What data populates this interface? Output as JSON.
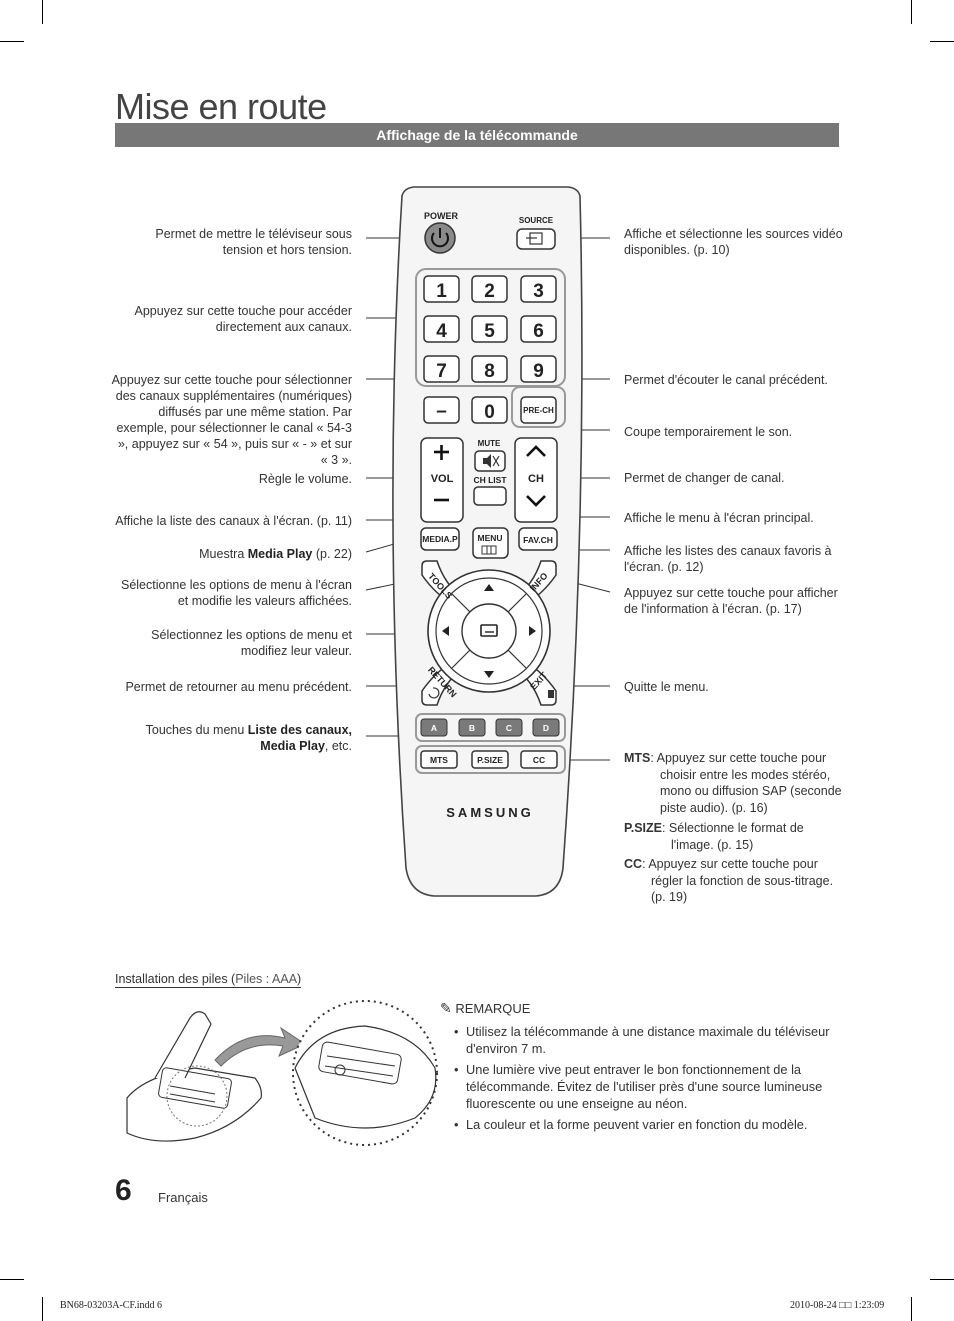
{
  "page": {
    "title": "Mise en route",
    "section_bar": "Affichage de la télécommande",
    "page_number": "6",
    "language": "Français"
  },
  "remote": {
    "power": "POWER",
    "source": "SOURCE",
    "digits": [
      "1",
      "2",
      "3",
      "4",
      "5",
      "6",
      "7",
      "8",
      "9"
    ],
    "dash": "–",
    "zero": "0",
    "prech": "PRE-CH",
    "mute": "MUTE",
    "vol": "VOL",
    "ch": "CH",
    "chlist": "CH LIST",
    "mediap": "MEDIA.P",
    "menu": "MENU",
    "favch": "FAV.CH",
    "tools": "TOOLS",
    "info": "INFO",
    "return": "RETURN",
    "exit": "EXIT",
    "colors": [
      "A",
      "B",
      "C",
      "D"
    ],
    "bottom": [
      "MTS",
      "P.SIZE",
      "CC"
    ],
    "brand": "SAMSUNG",
    "color_hex": [
      "#c0392b",
      "#2e8b3a",
      "#d4b000",
      "#2a5aa8"
    ]
  },
  "left_labels": {
    "power": "Permet de mettre le téléviseur sous tension et hors tension.",
    "digits": "Appuyez sur cette touche pour accéder directement aux canaux.",
    "dash": "Appuyez sur cette touche pour sélectionner des canaux supplémentaires (numériques) diffusés par une même station. Par exemple, pour sélectionner le canal « 54-3 », appuyez sur « 54 », puis sur « - » et sur « 3 ».",
    "vol": "Règle le volume.",
    "chlist": "Affiche la liste des canaux à l'écran. (p. 11)",
    "mediap_pre": "Muestra ",
    "mediap_bold": "Media Play",
    "mediap_post": " (p. 22)",
    "tools": "Sélectionne les options de menu à l'écran et modifie les valeurs affichées.",
    "nav": "Sélectionnez les options de menu et modifiez leur valeur.",
    "return": "Permet de retourner au menu précédent.",
    "colors_pre": "Touches du menu ",
    "colors_bold1": "Liste des canaux,",
    "colors_bold2": "Media Play",
    "colors_post": ", etc."
  },
  "right_labels": {
    "source": "Affiche et sélectionne les sources vidéo disponibles. (p. 10)",
    "prech": "Permet d'écouter le canal précédent.",
    "mute": "Coupe temporairement le son.",
    "ch": "Permet de changer de canal.",
    "menu": "Affiche le menu à l'écran principal.",
    "favch": "Affiche les listes des canaux favoris à l'écran. (p. 12)",
    "info": "Appuyez sur cette touche pour afficher de l'information à l'écran. (p. 17)",
    "exit": "Quitte le menu.",
    "mts_key": "MTS",
    "mts_l1": ": Appuyez sur cette touche pour",
    "mts_l2": "choisir entre les modes stéréo,",
    "mts_l3": "mono ou diffusion SAP (seconde",
    "mts_l4": "piste audio). (p. 16)",
    "psize_key": "P.SIZE",
    "psize_l1": ": Sélectionne le format de",
    "psize_l2": "l'image. (p. 15)",
    "cc_key": "CC",
    "cc_l1": ": Appuyez sur cette touche pour",
    "cc_l2": "régler la fonction de sous-titrage.",
    "cc_l3": "(p. 19)"
  },
  "battery": {
    "heading_pre": "Installation des piles (",
    "heading_paren": "Piles : AAA",
    "heading_post": ")"
  },
  "note": {
    "title": "REMARQUE",
    "bullets": [
      "Utilisez la télécommande à une distance maximale du téléviseur d'environ 7 m.",
      "Une lumière vive peut entraver le bon fonctionnement de la télécommande. Évitez de l'utiliser près d'une source lumineuse fluorescente ou une enseigne au néon.",
      "La couleur et la forme peuvent varier en fonction du modèle."
    ]
  },
  "footer": {
    "file": "BN68-03203A-CF.indd   6",
    "date": "2010-08-24   □□ 1:23:09"
  }
}
